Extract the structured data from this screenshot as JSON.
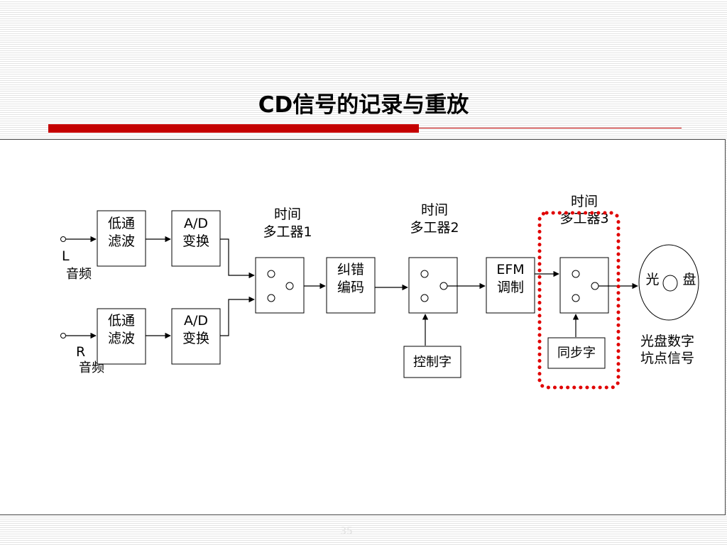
{
  "slide": {
    "title": "CD信号的记录与重放",
    "page_number": "35"
  },
  "diagram": {
    "left_channel": {
      "line1": "L",
      "line2": "音频"
    },
    "right_channel": {
      "line1": "R",
      "line2": "音频"
    },
    "lowpass_top": {
      "line1": "低通",
      "line2": "滤波"
    },
    "lowpass_bottom": {
      "line1": "低通",
      "line2": "滤波"
    },
    "ad_top": {
      "line1": "A/D",
      "line2": "变换"
    },
    "ad_bottom": {
      "line1": "A/D",
      "line2": "变换"
    },
    "mux1": {
      "line1": "时间",
      "line2": "多工器1"
    },
    "error_coding": {
      "line1": "纠错",
      "line2": "编码"
    },
    "mux2": {
      "line1": "时间",
      "line2": "多工器2"
    },
    "control_word": "控制字",
    "efm": {
      "line1": "EFM",
      "line2": "调制"
    },
    "mux3": {
      "line1": "时间",
      "line2": "多工器3"
    },
    "sync_word": "同步字",
    "disc": {
      "left": "光",
      "right": "盘"
    },
    "disc_caption": {
      "line1": "光盘数字",
      "line2": "坑点信号"
    },
    "highlight_color": "#e00000"
  }
}
